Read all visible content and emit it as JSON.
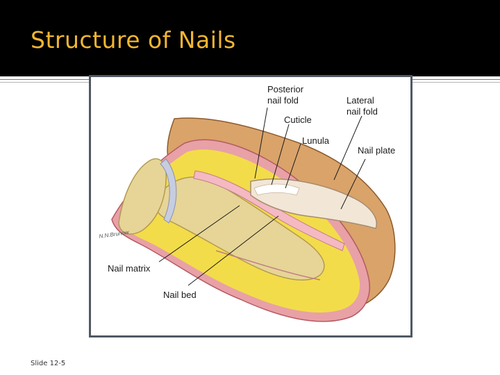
{
  "slide": {
    "title": "Structure of Nails",
    "footer": "Slide 12-5"
  },
  "figure": {
    "labels": {
      "posterior_nail_fold_1": "Posterior",
      "posterior_nail_fold_2": "nail fold",
      "lateral_nail_fold_1": "Lateral",
      "lateral_nail_fold_2": "nail fold",
      "cuticle": "Cuticle",
      "lunula": "Lunula",
      "nail_plate": "Nail plate",
      "nail_matrix": "Nail matrix",
      "nail_bed": "Nail bed"
    },
    "signature": "N.N.Brunow"
  },
  "colors": {
    "title": "#f2b630",
    "header_bg": "#000000",
    "frame": "#505865"
  }
}
